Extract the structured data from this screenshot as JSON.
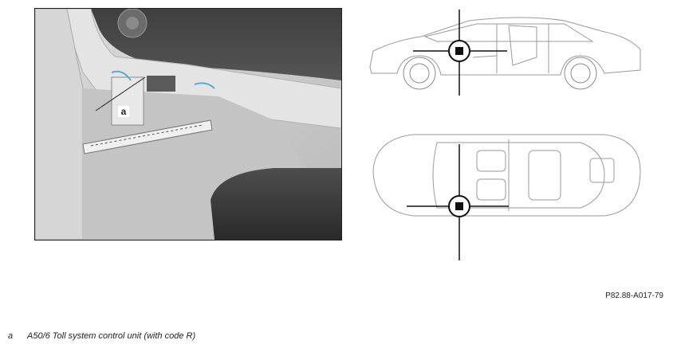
{
  "photo": {
    "callout_label": "a"
  },
  "diagrams": {
    "side_view_marker": "location-marker-icon",
    "top_view_marker": "location-marker-icon"
  },
  "figure": {
    "reference_code": "P82.88-A017-79"
  },
  "legend": {
    "items": [
      {
        "key": "a",
        "text": "A50/6 Toll system control unit (with code R)"
      }
    ]
  }
}
